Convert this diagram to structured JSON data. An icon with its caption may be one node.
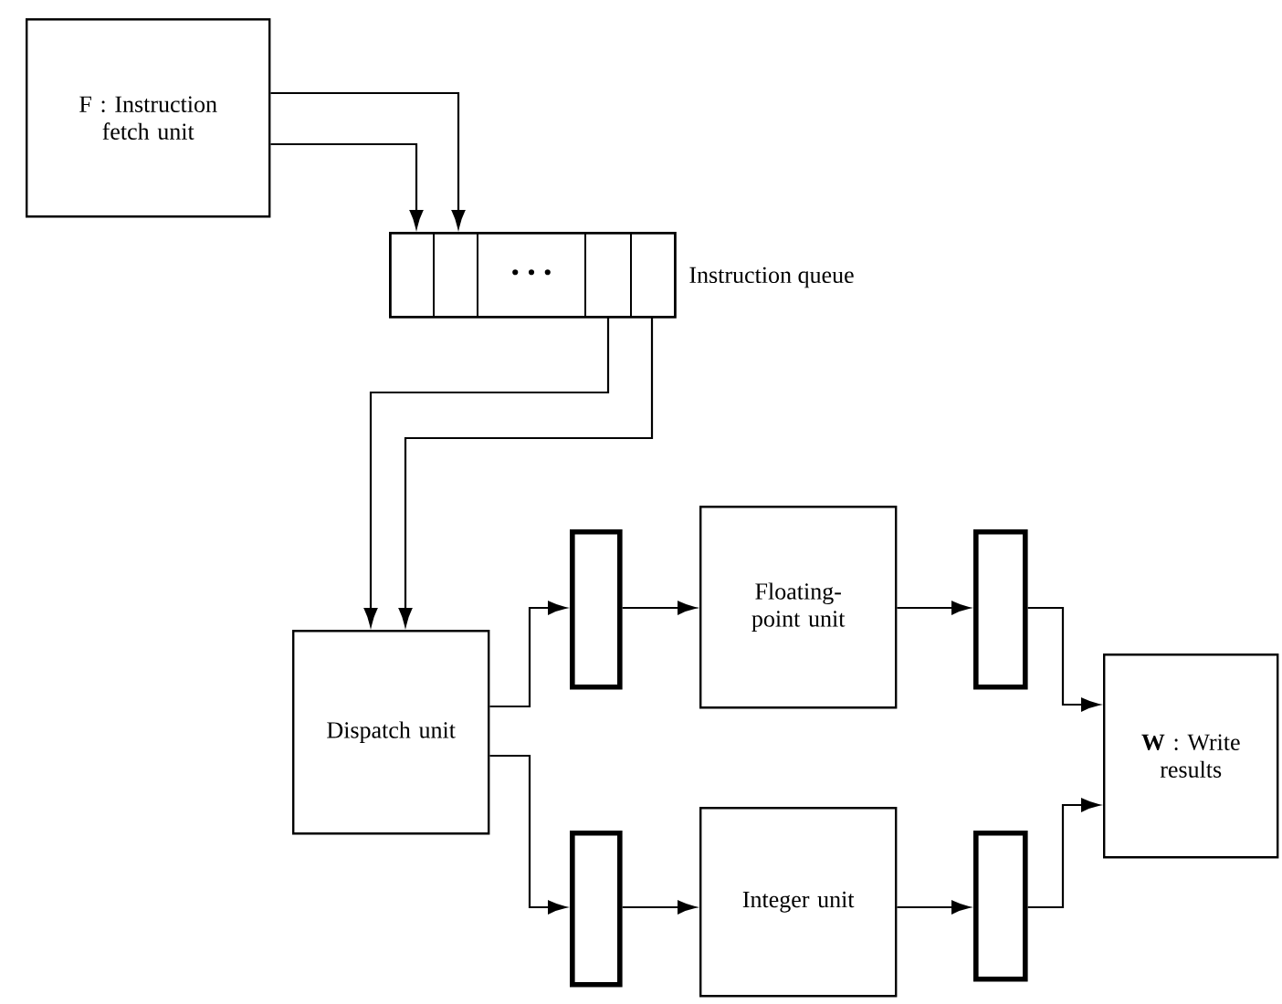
{
  "diagram": {
    "nodes": [
      {
        "text": [
          "F : Instruction fetch unit"
        ]
      },
      {
        "text": [],
        "shape": "box",
        "beside": [
          "Instruction queue"
        ]
      },
      {
        "text": [],
        "shape": "box",
        "in": 1
      },
      {
        "text": [],
        "shape": "box",
        "in": 1
      },
      {
        "text": [
          "• • •"
        ],
        "in": 1
      },
      {
        "text": [],
        "shape": "box",
        "in": 1
      },
      {
        "text": [],
        "shape": "box",
        "in": 1
      },
      {
        "text": [
          "Dispatch unit"
        ]
      },
      {
        "text": [],
        "shape": "box"
      },
      {
        "text": [],
        "shape": "box"
      },
      {
        "text": [
          "Floating- point unit"
        ]
      },
      {
        "text": [
          "Integer unit"
        ]
      },
      {
        "text": [],
        "shape": "box"
      },
      {
        "text": [],
        "shape": "box"
      },
      {
        "text": [
          "**W** : Write results"
        ]
      }
    ],
    "edges": [
      {
        "from": 0,
        "to": 3,
        "arrow": "to"
      },
      {
        "from": 0,
        "to": 2,
        "arrow": "to"
      },
      {
        "from": 5,
        "to": 7,
        "arrow": "to"
      },
      {
        "from": 6,
        "to": 7,
        "arrow": "to"
      },
      {
        "from": 7,
        "to": 8,
        "arrow": "to"
      },
      {
        "from": 7,
        "to": 9,
        "arrow": "to"
      },
      {
        "from": 8,
        "to": 10,
        "arrow": "to"
      },
      {
        "from": 9,
        "to": 11,
        "arrow": "to"
      },
      {
        "from": 10,
        "to": 12,
        "arrow": "to"
      },
      {
        "from": 11,
        "to": 13,
        "arrow": "to"
      },
      {
        "from": 12,
        "to": 14,
        "arrow": "to"
      },
      {
        "from": 13,
        "to": 14,
        "arrow": "to"
      }
    ]
  }
}
